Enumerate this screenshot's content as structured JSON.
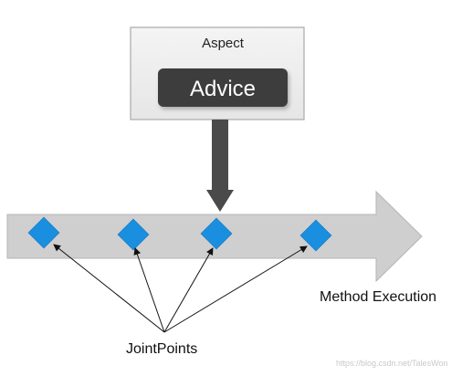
{
  "aspect": {
    "label": "Aspect"
  },
  "advice": {
    "label": "Advice"
  },
  "timeline": {
    "label": "Method Execution"
  },
  "joinpoints": {
    "label": "JointPoints",
    "count": 4
  },
  "watermark": {
    "text": "https://blog.csdn.net/TalesWon"
  },
  "colors": {
    "aspect_box_fill": "#ebebeb",
    "aspect_box_stroke": "#a9a9a9",
    "advice_fill": "#3d3d3d",
    "down_arrow": "#4a4a4a",
    "timeline_fill": "#cfcfcf",
    "joinpoint_fill": "#1a8fe0",
    "pointer_line": "#111111"
  }
}
